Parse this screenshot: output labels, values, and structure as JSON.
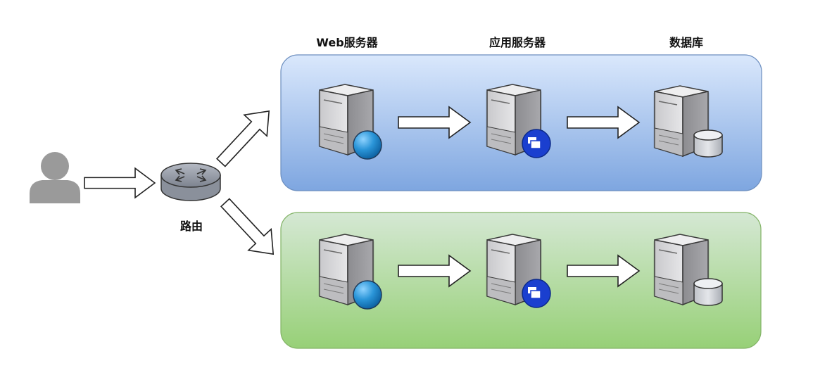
{
  "column_headers": {
    "web": "Web服务器",
    "app": "应用服务器",
    "db": "数据库"
  },
  "router": {
    "label": "路由"
  },
  "tiers": [
    {
      "color_top": "#dae8fc",
      "color_bottom": "#7ea6e0",
      "stroke": "#6c8ebf"
    },
    {
      "color_top": "#d5e8d4",
      "color_bottom": "#97d077",
      "stroke": "#82b366"
    }
  ],
  "icons": {
    "user": "user-icon",
    "router": "router-icon",
    "web_server": "web-server-icon",
    "app_server": "application-server-icon",
    "db_server": "database-server-icon"
  },
  "colors": {
    "user_gray": "#9a9a9a",
    "globe_blue": "#1f86c9",
    "app_badge_blue": "#1a3fcf"
  }
}
